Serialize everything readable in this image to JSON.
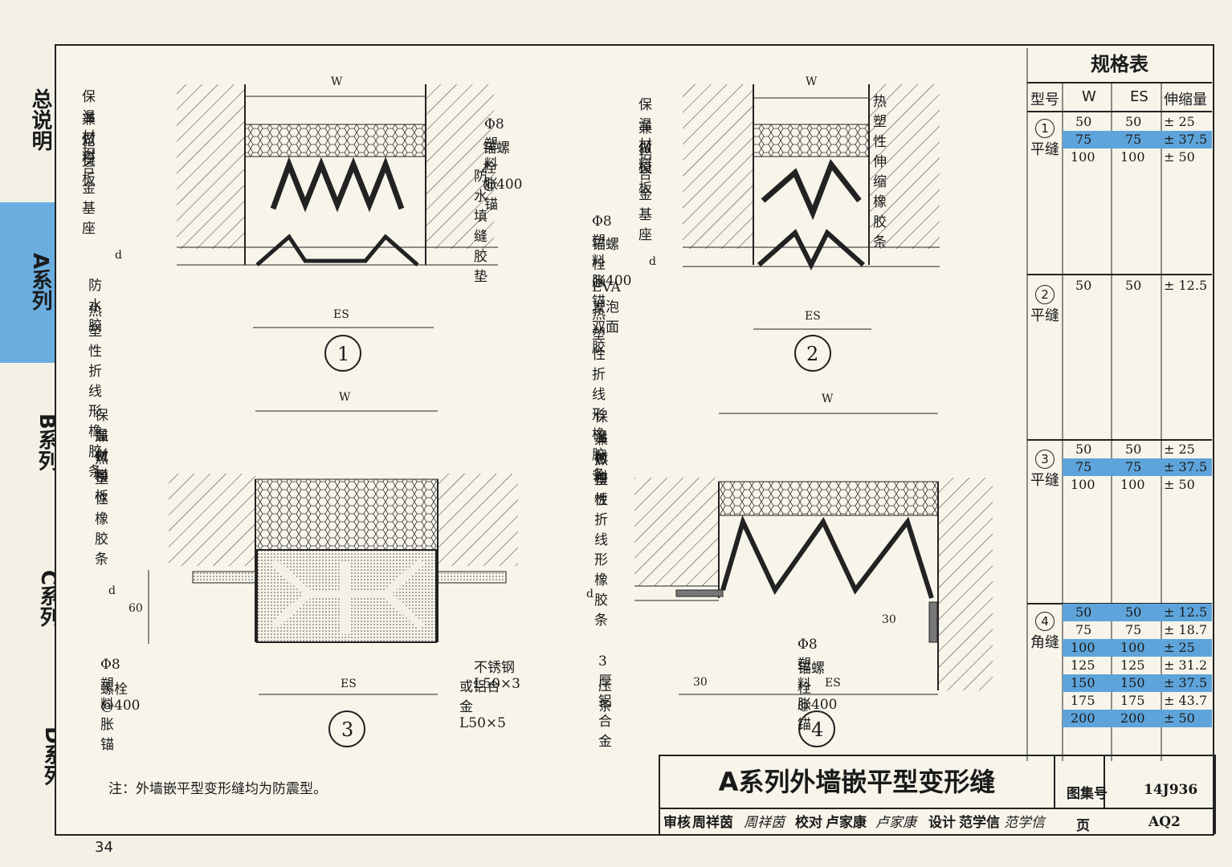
{
  "tabs": {
    "general": "总说明",
    "a": "A系列",
    "b": "B系列",
    "c": "C系列",
    "d": "D系列"
  },
  "page_number": "34",
  "note": "注：外墙嵌平型变形缝均为防震型。",
  "detail1": {
    "num": "1",
    "w": "W",
    "es": "ES",
    "d": "d",
    "labels": [
      "保温材料",
      "兼做模板",
      "铝合金基座",
      "Φ8塑料胀锚",
      "锚螺栓@400",
      "防水填缝胶垫",
      "防水胶",
      "热塑性折线形橡胶条"
    ]
  },
  "detail2": {
    "num": "2",
    "w": "W",
    "es": "ES",
    "d": "d",
    "labels": [
      "保温材料",
      "兼做模板",
      "铝合金基座",
      "热塑性伸缩橡胶条",
      "Φ8塑料胀锚",
      "锚螺栓@400",
      "EVA发泡双面胶",
      "热塑性折线形橡胶条"
    ]
  },
  "detail3": {
    "num": "3",
    "w": "W",
    "es": "ES",
    "d": "d",
    "dim60": "60",
    "labels": [
      "保温材料",
      "兼做模板",
      "热塑性橡胶条",
      "Φ8塑料胀锚",
      "螺栓@400",
      "不锈钢L50×3",
      "或铝合金L50×5"
    ]
  },
  "detail4": {
    "num": "4",
    "w": "W",
    "es": "ES",
    "d": "d",
    "dim30a": "30",
    "dim30b": "30",
    "labels": [
      "保温材料",
      "兼做模板",
      "热塑性折线形橡胶条",
      "3厚铝合金",
      "压条",
      "Φ8塑料胀锚",
      "锚螺栓@400"
    ]
  },
  "spec_table": {
    "title": "规格表",
    "headers": [
      "型号",
      "W",
      "ES",
      "伸缩量"
    ],
    "groups": [
      {
        "num": "1",
        "type": "平缝",
        "rows": [
          {
            "w": "50",
            "es": "50",
            "range": "± 25",
            "hl": false
          },
          {
            "w": "75",
            "es": "75",
            "range": "± 37.5",
            "hl": true
          },
          {
            "w": "100",
            "es": "100",
            "range": "± 50",
            "hl": false
          }
        ]
      },
      {
        "num": "2",
        "type": "平缝",
        "rows": [
          {
            "w": "50",
            "es": "50",
            "range": "± 12.5",
            "hl": false
          }
        ]
      },
      {
        "num": "3",
        "type": "平缝",
        "rows": [
          {
            "w": "50",
            "es": "50",
            "range": "± 25",
            "hl": false
          },
          {
            "w": "75",
            "es": "75",
            "range": "± 37.5",
            "hl": true
          },
          {
            "w": "100",
            "es": "100",
            "range": "± 50",
            "hl": false
          }
        ]
      },
      {
        "num": "4",
        "type": "角缝",
        "rows": [
          {
            "w": "50",
            "es": "50",
            "range": "± 12.5",
            "hl": true
          },
          {
            "w": "75",
            "es": "75",
            "range": "± 18.7",
            "hl": false
          },
          {
            "w": "100",
            "es": "100",
            "range": "± 25",
            "hl": true
          },
          {
            "w": "125",
            "es": "125",
            "range": "± 31.2",
            "hl": false
          },
          {
            "w": "150",
            "es": "150",
            "range": "± 37.5",
            "hl": true
          },
          {
            "w": "175",
            "es": "175",
            "range": "± 43.7",
            "hl": false
          },
          {
            "w": "200",
            "es": "200",
            "range": "± 50",
            "hl": true
          }
        ]
      }
    ]
  },
  "title_block": {
    "title": "A系列外墙嵌平型变形缝",
    "atlas_label": "图集号",
    "atlas_no": "14J936",
    "page_label": "页",
    "page_no": "AQ2",
    "review_label": "审核",
    "reviewer": "周祥茵",
    "reviewer_sig": "周祥茵",
    "check_label": "校对",
    "checker": "卢家康",
    "checker_sig": "卢家康",
    "design_label": "设计",
    "designer": "范学信",
    "designer_sig": "范学信"
  }
}
